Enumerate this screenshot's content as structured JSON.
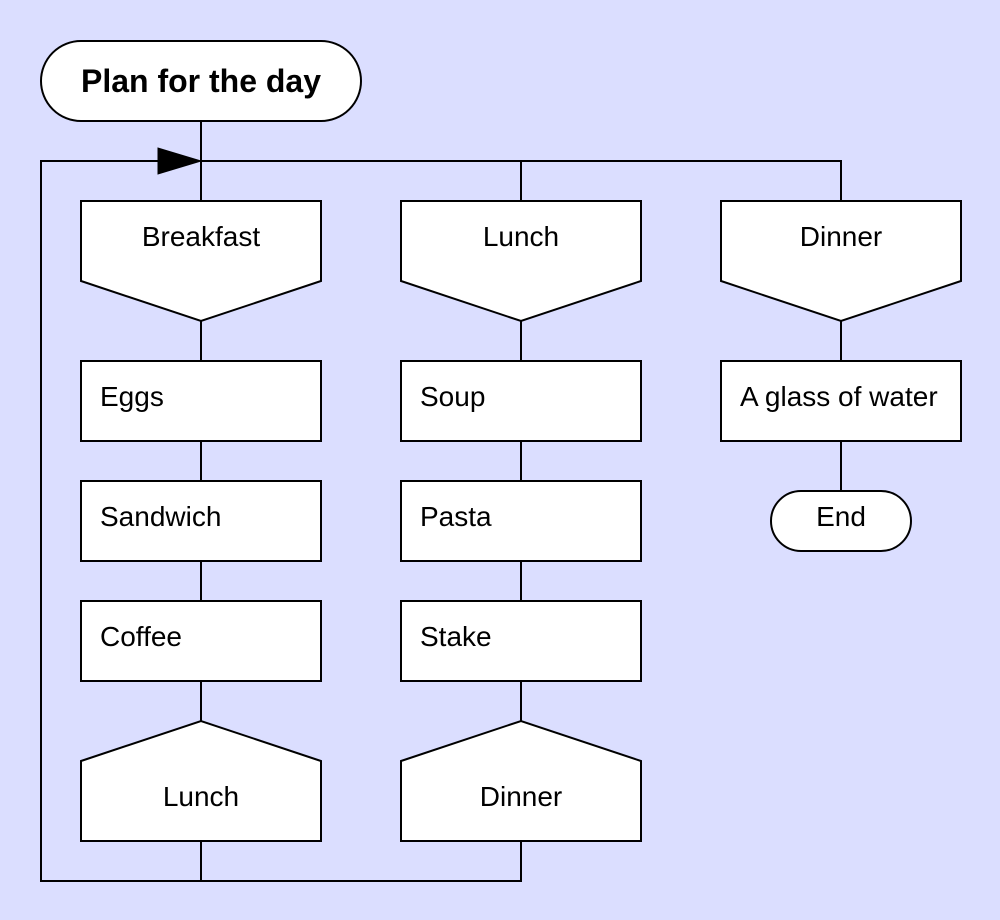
{
  "diagram": {
    "start_label": "Plan for the day",
    "columns": [
      {
        "header": "Breakfast",
        "items": [
          "Eggs",
          "Sandwich",
          "Coffee"
        ],
        "footer": "Lunch"
      },
      {
        "header": "Lunch",
        "items": [
          "Soup",
          "Pasta",
          "Stake"
        ],
        "footer": "Dinner"
      },
      {
        "header": "Dinner",
        "items": [
          "A glass of water"
        ],
        "terminal": "End"
      }
    ]
  },
  "colors": {
    "background": "#dbdeff",
    "node_fill": "#ffffff",
    "stroke": "#000000"
  }
}
